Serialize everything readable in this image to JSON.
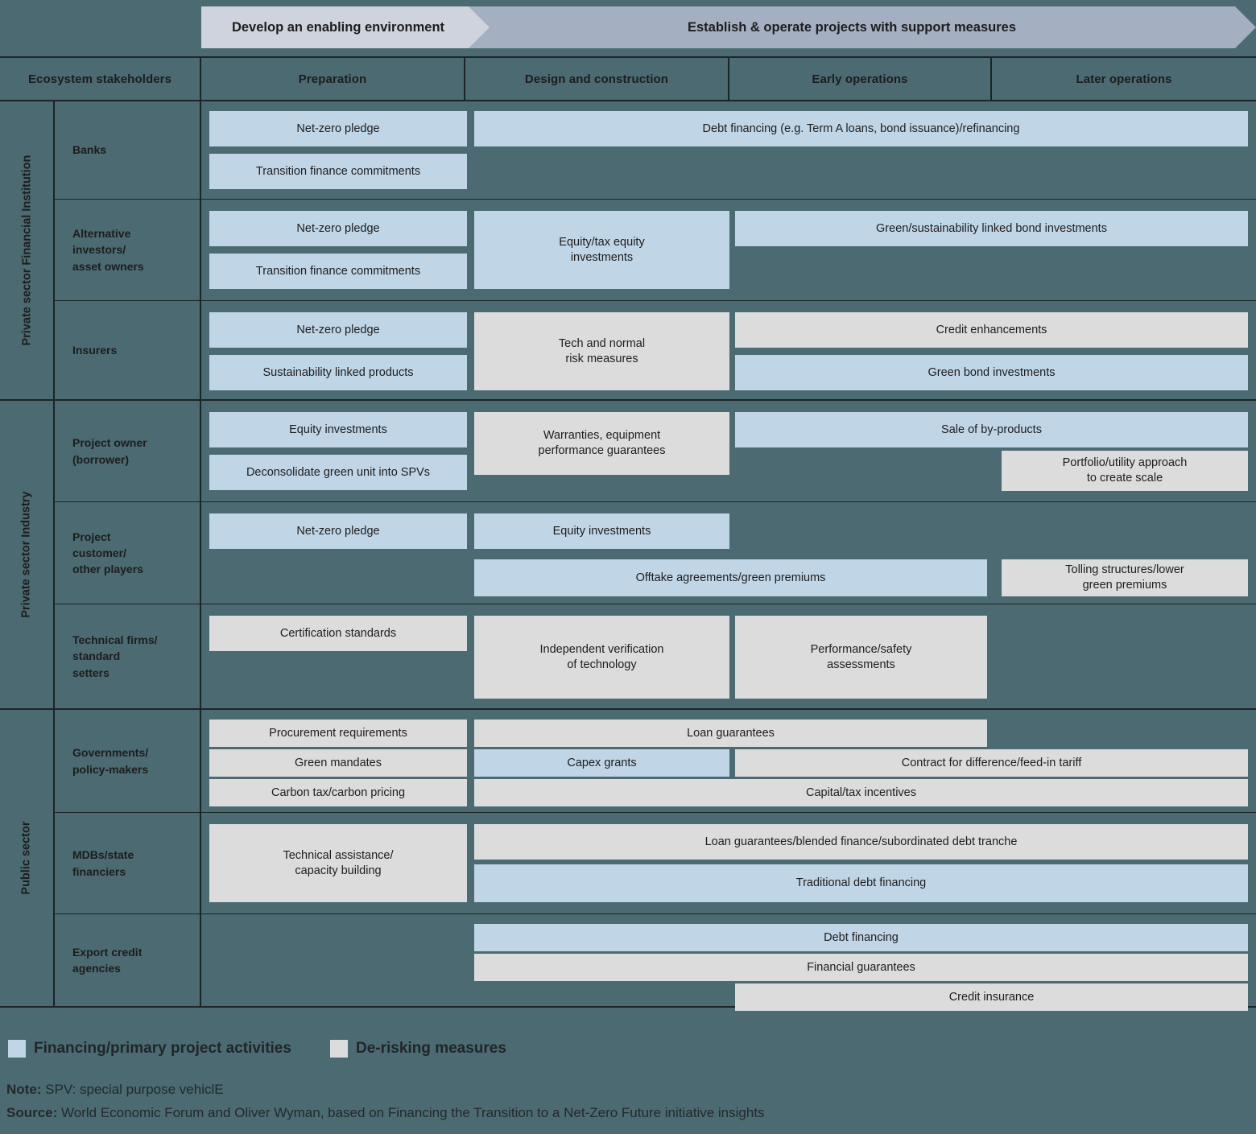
{
  "banners": [
    {
      "label": "Develop an enabling environment"
    },
    {
      "label": "Establish & operate projects with support measures"
    }
  ],
  "columns": [
    {
      "label": "Ecosystem stakeholders"
    },
    {
      "label": "Preparation"
    },
    {
      "label": "Design and construction"
    },
    {
      "label": "Early operations"
    },
    {
      "label": "Later operations"
    }
  ],
  "sectors": [
    {
      "label": "Private sector\nFinancial Institution"
    },
    {
      "label": "Private sector\nIndustry"
    },
    {
      "label": "Public sector"
    }
  ],
  "rows": [
    {
      "label": "Banks"
    },
    {
      "label": "Alternative\ninvestors/\nasset owners"
    },
    {
      "label": "Insurers"
    },
    {
      "label": "Project owner\n(borrower)"
    },
    {
      "label": "Project\ncustomer/\nother players"
    },
    {
      "label": "Technical firms/\nstandard\nsetters"
    },
    {
      "label": "Governments/\npolicy-makers"
    },
    {
      "label": "MDBs/state\nfinanciers"
    },
    {
      "label": "Export credit\nagencies"
    }
  ],
  "cells": {
    "banks": [
      {
        "label": "Net-zero pledge",
        "type": "fin"
      },
      {
        "label": "Transition finance commitments",
        "type": "fin"
      },
      {
        "label": "Debt financing (e.g. Term A loans, bond issuance)/refinancing",
        "type": "fin"
      }
    ],
    "alternative_investors": [
      {
        "label": "Net-zero pledge",
        "type": "fin"
      },
      {
        "label": "Transition finance commitments",
        "type": "fin"
      },
      {
        "label": "Equity/tax equity\ninvestments",
        "type": "fin"
      },
      {
        "label": "Green/sustainability linked bond investments",
        "type": "fin"
      }
    ],
    "insurers": [
      {
        "label": "Net-zero pledge",
        "type": "fin"
      },
      {
        "label": "Sustainability linked products",
        "type": "fin"
      },
      {
        "label": "Tech and normal\nrisk measures",
        "type": "risk"
      },
      {
        "label": "Credit enhancements",
        "type": "risk"
      },
      {
        "label": "Green bond investments",
        "type": "fin"
      }
    ],
    "project_owner": [
      {
        "label": "Equity investments",
        "type": "fin"
      },
      {
        "label": "Deconsolidate green unit into SPVs",
        "type": "fin"
      },
      {
        "label": "Warranties, equipment\nperformance guarantees",
        "type": "risk"
      },
      {
        "label": "Sale of by-products",
        "type": "fin"
      },
      {
        "label": "Portfolio/utility approach\nto create scale",
        "type": "risk"
      }
    ],
    "project_customer": [
      {
        "label": "Net-zero pledge",
        "type": "fin"
      },
      {
        "label": "Equity investments",
        "type": "fin"
      },
      {
        "label": "Offtake agreements/green premiums",
        "type": "fin"
      },
      {
        "label": "Tolling structures/lower\ngreen premiums",
        "type": "risk"
      }
    ],
    "technical_firms": [
      {
        "label": "Certification standards",
        "type": "risk"
      },
      {
        "label": "Independent verification\nof technology",
        "type": "risk"
      },
      {
        "label": "Performance/safety\nassessments",
        "type": "risk"
      }
    ],
    "governments": [
      {
        "label": "Procurement requirements",
        "type": "risk"
      },
      {
        "label": "Green mandates",
        "type": "risk"
      },
      {
        "label": "Carbon tax/carbon pricing",
        "type": "risk"
      },
      {
        "label": "Loan guarantees",
        "type": "risk"
      },
      {
        "label": "Capex grants",
        "type": "fin"
      },
      {
        "label": "Contract for difference/feed-in tariff",
        "type": "risk"
      },
      {
        "label": "Capital/tax incentives",
        "type": "risk"
      }
    ],
    "mdbs": [
      {
        "label": "Technical assistance/\ncapacity building",
        "type": "risk"
      },
      {
        "label": "Loan guarantees/blended finance/subordinated debt tranche",
        "type": "risk"
      },
      {
        "label": "Traditional debt financing",
        "type": "fin"
      }
    ],
    "export_credit": [
      {
        "label": "Debt financing",
        "type": "fin"
      },
      {
        "label": "Financial guarantees",
        "type": "risk"
      },
      {
        "label": "Credit insurance",
        "type": "risk"
      }
    ]
  },
  "legend": [
    {
      "label": "Financing/primary project activities",
      "type": "fin",
      "color": "#c0d5e6"
    },
    {
      "label": "De-risking measures",
      "type": "risk",
      "color": "#dcdcdc"
    }
  ],
  "footnotes": {
    "note_lead": "Note:",
    "note_text": " SPV: special purpose vehiclE",
    "source_lead": "Source:",
    "source_text": " World Economic Forum and Oliver Wyman, based on Financing the Transition to a Net-Zero Future initiative insights"
  },
  "theme": {
    "background": "#4b6a71",
    "financing": "#c0d5e6",
    "derisking": "#dcdcdc",
    "banner1": "#ced3dd",
    "banner2": "#a5afc2",
    "line": "#1c2427"
  }
}
